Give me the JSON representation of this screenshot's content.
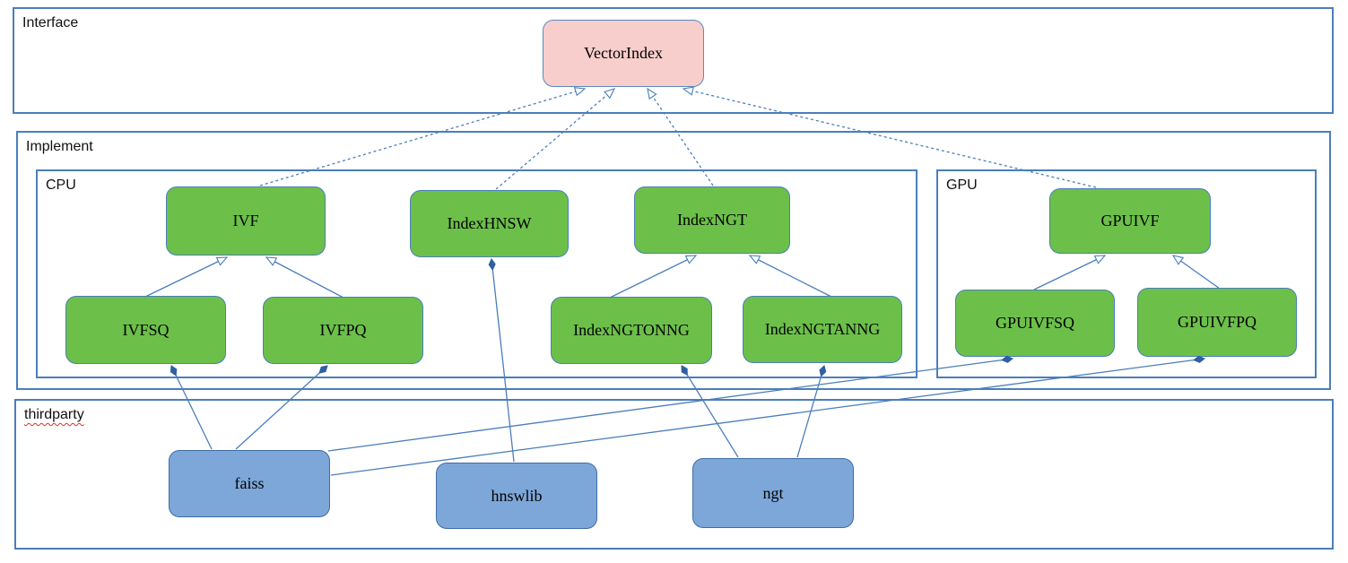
{
  "diagram": {
    "type": "uml-class-diagram",
    "containers": {
      "interface": {
        "label": "Interface"
      },
      "implement": {
        "label": "Implement"
      },
      "cpu": {
        "label": "CPU"
      },
      "gpu": {
        "label": "GPU"
      },
      "thirdparty": {
        "label": "thirdparty",
        "spellcheck_underline": true
      }
    },
    "nodes": {
      "vectorindex": {
        "label": "VectorIndex",
        "container": "interface",
        "kind": "interface"
      },
      "ivf": {
        "label": "IVF",
        "container": "cpu",
        "kind": "class"
      },
      "indexhnsw": {
        "label": "IndexHNSW",
        "container": "cpu",
        "kind": "class"
      },
      "indexngt": {
        "label": "IndexNGT",
        "container": "cpu",
        "kind": "class"
      },
      "ivfsq": {
        "label": "IVFSQ",
        "container": "cpu",
        "kind": "class"
      },
      "ivfpq": {
        "label": "IVFPQ",
        "container": "cpu",
        "kind": "class"
      },
      "indexngtonng": {
        "label": "IndexNGTONNG",
        "container": "cpu",
        "kind": "class"
      },
      "indexngtanng": {
        "label": "IndexNGTANNG",
        "container": "cpu",
        "kind": "class"
      },
      "gpuivf": {
        "label": "GPUIVF",
        "container": "gpu",
        "kind": "class"
      },
      "gpuivfsq": {
        "label": "GPUIVFSQ",
        "container": "gpu",
        "kind": "class"
      },
      "gpuivfpq": {
        "label": "GPUIVFPQ",
        "container": "gpu",
        "kind": "class"
      },
      "faiss": {
        "label": "faiss",
        "container": "thirdparty",
        "kind": "library"
      },
      "hnswlib": {
        "label": "hnswlib",
        "container": "thirdparty",
        "kind": "library"
      },
      "ngt": {
        "label": "ngt",
        "container": "thirdparty",
        "kind": "library"
      }
    },
    "edges": [
      {
        "from": "ivf",
        "to": "vectorindex",
        "relation": "realization",
        "style": "dashed-hollow-arrow"
      },
      {
        "from": "indexhnsw",
        "to": "vectorindex",
        "relation": "realization",
        "style": "dashed-hollow-arrow"
      },
      {
        "from": "indexngt",
        "to": "vectorindex",
        "relation": "realization",
        "style": "dashed-hollow-arrow"
      },
      {
        "from": "gpuivf",
        "to": "vectorindex",
        "relation": "realization",
        "style": "dashed-hollow-arrow"
      },
      {
        "from": "ivfsq",
        "to": "ivf",
        "relation": "generalization",
        "style": "solid-hollow-arrow"
      },
      {
        "from": "ivfpq",
        "to": "ivf",
        "relation": "generalization",
        "style": "solid-hollow-arrow"
      },
      {
        "from": "indexngtonng",
        "to": "indexngt",
        "relation": "generalization",
        "style": "solid-hollow-arrow"
      },
      {
        "from": "indexngtanng",
        "to": "indexngt",
        "relation": "generalization",
        "style": "solid-hollow-arrow"
      },
      {
        "from": "gpuivfsq",
        "to": "gpuivf",
        "relation": "generalization",
        "style": "solid-hollow-arrow"
      },
      {
        "from": "gpuivfpq",
        "to": "gpuivf",
        "relation": "generalization",
        "style": "solid-hollow-arrow"
      },
      {
        "from": "faiss",
        "to": "ivfsq",
        "relation": "composition",
        "style": "solid-filled-diamond"
      },
      {
        "from": "faiss",
        "to": "ivfpq",
        "relation": "composition",
        "style": "solid-filled-diamond"
      },
      {
        "from": "faiss",
        "to": "gpuivfsq",
        "relation": "composition",
        "style": "solid-filled-diamond"
      },
      {
        "from": "faiss",
        "to": "gpuivfpq",
        "relation": "composition",
        "style": "solid-filled-diamond"
      },
      {
        "from": "hnswlib",
        "to": "indexhnsw",
        "relation": "composition",
        "style": "solid-filled-diamond"
      },
      {
        "from": "ngt",
        "to": "indexngtonng",
        "relation": "composition",
        "style": "solid-filled-diamond"
      },
      {
        "from": "ngt",
        "to": "indexngtanng",
        "relation": "composition",
        "style": "solid-filled-diamond"
      }
    ],
    "colors": {
      "interface_fill": "#f8cecc",
      "class_fill": "#6cc04a",
      "library_fill": "#7da7d9",
      "line": "#4a7ebb",
      "container_border": "#4a7ebb",
      "diamond_fill": "#2e5fa3",
      "spellcheck_underline": "#d93025"
    }
  }
}
